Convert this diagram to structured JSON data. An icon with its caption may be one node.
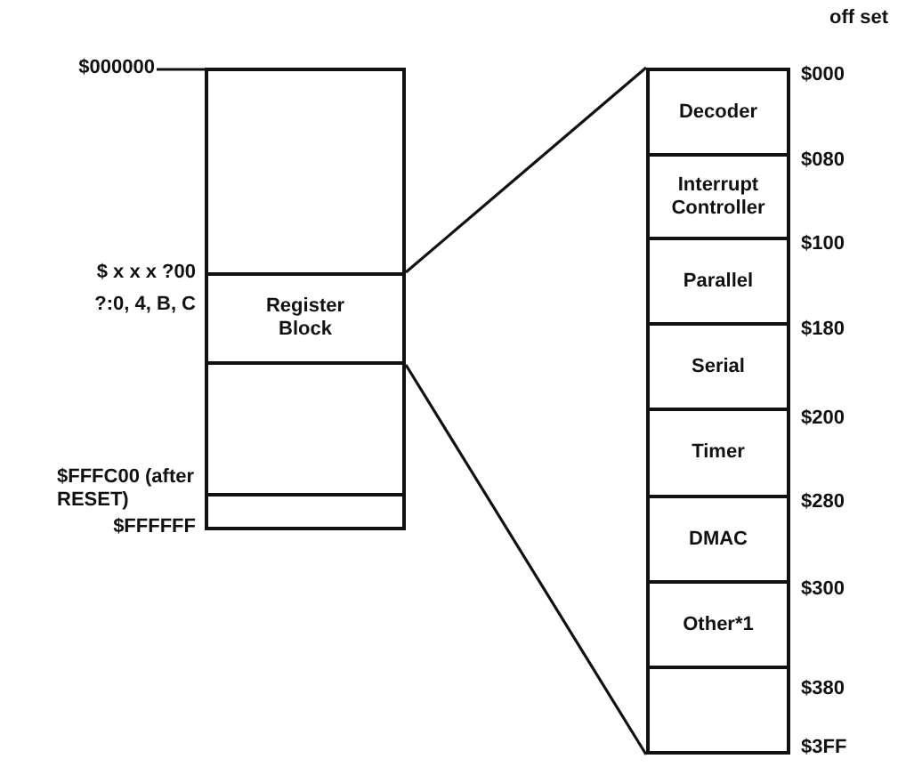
{
  "diagram": {
    "nodes": [
      {
        "text": [],
        "shape": "box"
      },
      {
        "text": [
          "Register Block"
        ]
      },
      {
        "text": [],
        "shape": "box"
      },
      {
        "text": [],
        "shape": "box"
      },
      {
        "text": [
          "Decoder"
        ]
      },
      {
        "text": [
          "Interrupt Controller"
        ]
      },
      {
        "text": [
          "Parallel"
        ]
      },
      {
        "text": [
          "Serial"
        ]
      },
      {
        "text": [
          "Timer"
        ]
      },
      {
        "text": [
          "DMAC"
        ]
      },
      {
        "text": [
          "Other*1"
        ]
      },
      {
        "text": [],
        "shape": "box"
      }
    ],
    "edges": [
      {
        "from": 1,
        "to": 4,
        "arrow": "none"
      },
      {
        "from": 1,
        "to": 11,
        "arrow": "none"
      }
    ],
    "labels": [
      "off set",
      "$000000",
      "$000",
      "$080",
      "$ x x x ?00",
      "?:0, 4, B, C",
      "$100",
      "$180",
      "$200",
      "$FFFC00 (after RESET)",
      "$280",
      "$FFFFFF",
      "$300",
      "$380",
      "$3FF"
    ]
  }
}
